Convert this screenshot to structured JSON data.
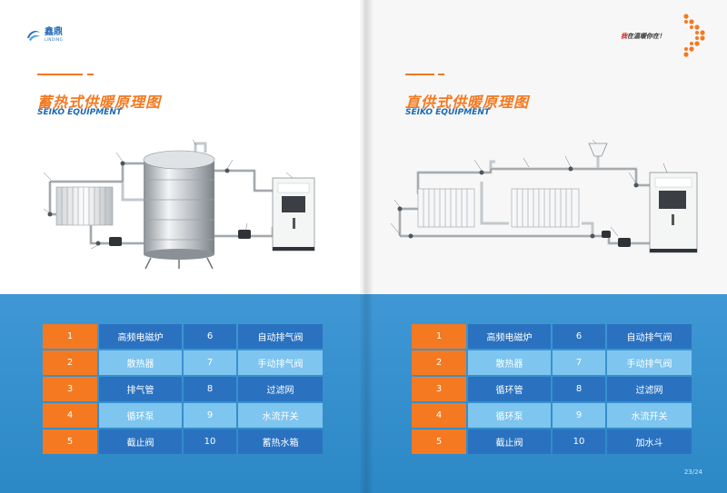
{
  "left_page": {
    "logo": {
      "name_cn": "鑫鼎",
      "name_en": "LINDING"
    },
    "title_cn": "蓄热式供暖原理图",
    "title_en": "SEIKO EQUIPMENT",
    "legend": [
      {
        "num": "1",
        "label": "高频电磁炉",
        "num2": "6",
        "label2": "自动排气阀"
      },
      {
        "num": "2",
        "label": "散热器",
        "num2": "7",
        "label2": "手动排气阀"
      },
      {
        "num": "3",
        "label": "排气管",
        "num2": "8",
        "label2": "过滤网"
      },
      {
        "num": "4",
        "label": "循环泵",
        "num2": "9",
        "label2": "水流开关"
      },
      {
        "num": "5",
        "label": "截止阀",
        "num2": "10",
        "label2": "蓄热水箱"
      }
    ]
  },
  "right_page": {
    "slogan_prefix": "我",
    "slogan_rest": "在温暖你在！",
    "title_cn": "直供式供暖原理图",
    "title_en": "SEIKO EQUIPMENT",
    "legend": [
      {
        "num": "1",
        "label": "高频电磁炉",
        "num2": "6",
        "label2": "自动排气阀"
      },
      {
        "num": "2",
        "label": "散热器",
        "num2": "7",
        "label2": "手动排气阀"
      },
      {
        "num": "3",
        "label": "循环管",
        "num2": "8",
        "label2": "过滤网"
      },
      {
        "num": "4",
        "label": "循环泵",
        "num2": "9",
        "label2": "水流开关"
      },
      {
        "num": "5",
        "label": "截止阀",
        "num2": "10",
        "label2": "加水斗"
      }
    ],
    "page_number": "23/24"
  },
  "colors": {
    "accent_orange": "#f47920",
    "title_blue": "#1a6ab4",
    "band_blue": "#2f8fd1",
    "cell_dark": "#2a72c0",
    "cell_light": "#7ec5ef"
  },
  "icons": [
    "logo-mark-icon",
    "chevron-arrow-icon",
    "radiator-icon",
    "water-tank-icon",
    "electromagnetic-boiler-icon",
    "pump-icon",
    "valve-icon",
    "water-funnel-icon"
  ]
}
